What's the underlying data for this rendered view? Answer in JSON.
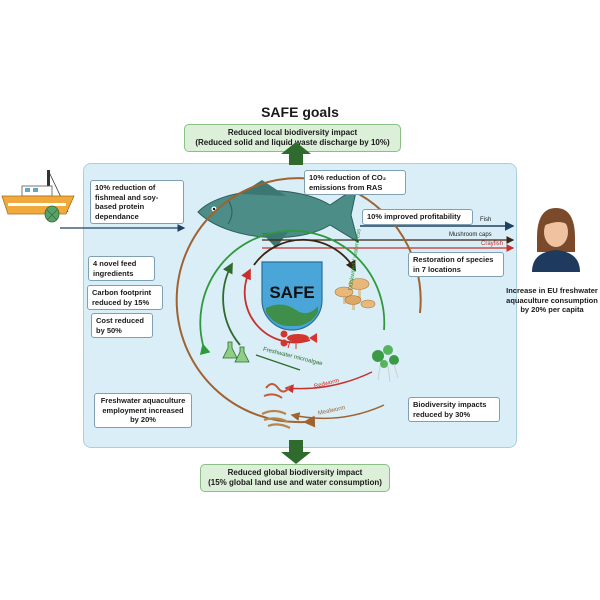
{
  "title": "SAFE goals",
  "goal_top": {
    "line1": "Reduced local biodiversity impact",
    "line2": "(Reduced solid and liquid waste discharge by 10%)"
  },
  "goal_bottom": {
    "line1": "Reduced global biodiversity impact",
    "line2": "(15% global land use and water consumption)"
  },
  "boxes": {
    "fishmeal": "10% reduction of fishmeal and soy-based protein dependance",
    "co2": "10% reduction of CO₂ emissions from RAS",
    "profit": "10% improved profitability",
    "feed": "4 novel feed ingredients",
    "carbon": "Carbon footprint reduced by 15%",
    "cost": "Cost reduced by 50%",
    "restoration": "Restoration of species in 7 locations",
    "employment": "Freshwater aquaculture employment increased by 20%",
    "biodiversity": "Biodiversity impacts reduced by 30%"
  },
  "consumption": "Increase in EU freshwater aquaculture consumption by 20% per capita",
  "logo": "SAFE",
  "products": {
    "fish": "Fish",
    "mushroom": "Mushroom caps",
    "crayfish": "Crayfish"
  },
  "loops": {
    "duckweed": "Duckweed / watercress",
    "microalgae": "Freshwater microalgae",
    "redworm": "Redworm",
    "mealworm": "Mealworm"
  },
  "colors": {
    "panel": "#daeef8",
    "goal": "#dcefd8",
    "green_arrow": "#2f6b2c",
    "fish": "#4c8d88",
    "navy": "#1f4160",
    "crayfish": "#c8302b",
    "loop_green": "#2e9a3c",
    "loop_dark": "#3b2412",
    "loop_brown": "#a0632f",
    "loop_dkgreen": "#2f6b2c"
  },
  "icons": [
    "fishing-boat-icon",
    "fish-icon",
    "person-icon",
    "mushroom-icon",
    "crayfish-icon",
    "microalgae-flask-icon",
    "redworm-icon",
    "mealworm-icon",
    "duckweed-plant-icon"
  ]
}
